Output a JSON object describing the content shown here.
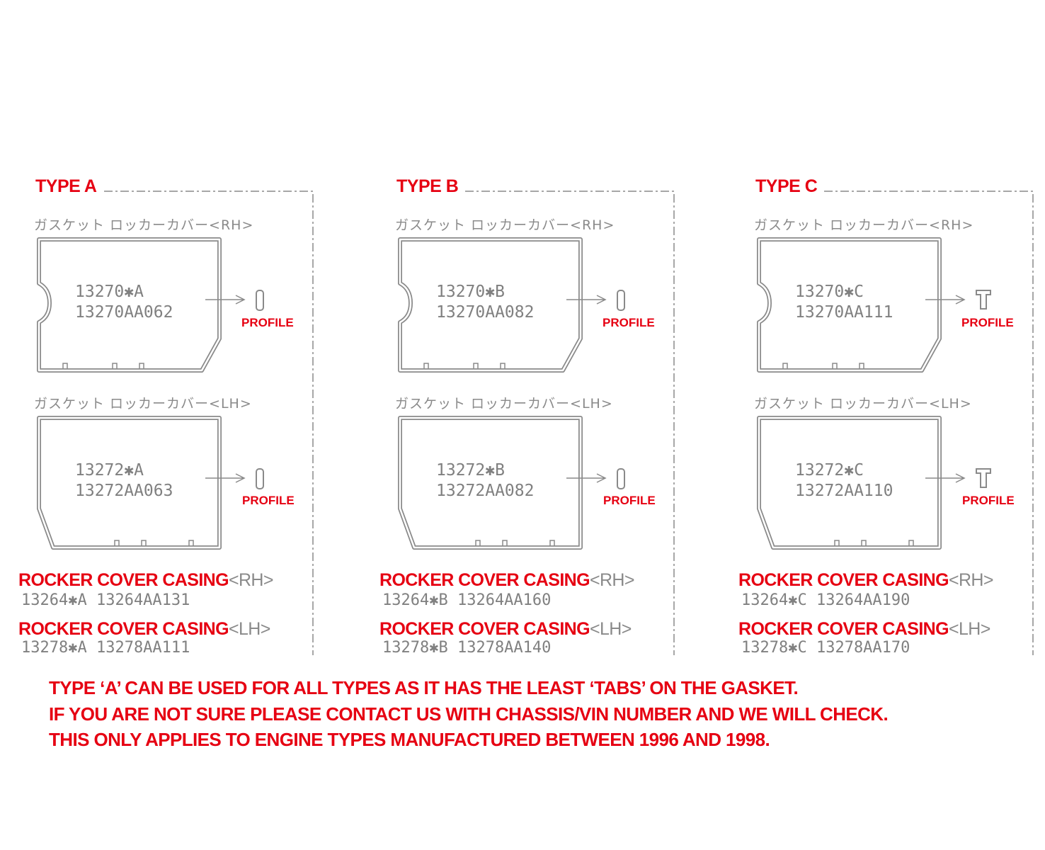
{
  "colors": {
    "accent": "#e60012",
    "drawing": "#8a8a8a"
  },
  "panels": [
    {
      "title": "TYPE A",
      "rh": {
        "label": "ガスケット ロッカーカバー<RH>",
        "code": "13270✱A",
        "part": "13270AA062",
        "profile": "PROFILE",
        "profile_shape": "flat"
      },
      "lh": {
        "label": "ガスケット ロッカーカバー<LH>",
        "code": "13272✱A",
        "part": "13272AA063",
        "profile": "PROFILE",
        "profile_shape": "flat"
      },
      "casing_rh": {
        "title": "ROCKER COVER CASING",
        "side": "<RH>",
        "parts": "13264✱A 13264AA131"
      },
      "casing_lh": {
        "title": "ROCKER COVER CASING",
        "side": "<LH>",
        "parts": "13278✱A 13278AA111"
      }
    },
    {
      "title": "TYPE B",
      "rh": {
        "label": "ガスケット ロッカーカバー<RH>",
        "code": "13270✱B",
        "part": "13270AA082",
        "profile": "PROFILE",
        "profile_shape": "flat"
      },
      "lh": {
        "label": "ガスケット ロッカーカバー<LH>",
        "code": "13272✱B",
        "part": "13272AA082",
        "profile": "PROFILE",
        "profile_shape": "flat"
      },
      "casing_rh": {
        "title": "ROCKER COVER CASING",
        "side": "<RH>",
        "parts": "13264✱B 13264AA160"
      },
      "casing_lh": {
        "title": "ROCKER COVER CASING",
        "side": "<LH>",
        "parts": "13278✱B 13278AA140"
      }
    },
    {
      "title": "TYPE C",
      "rh": {
        "label": "ガスケット ロッカーカバー<RH>",
        "code": "13270✱C",
        "part": "13270AA111",
        "profile": "PROFILE",
        "profile_shape": "t-shape"
      },
      "lh": {
        "label": "ガスケット ロッカーカバー<LH>",
        "code": "13272✱C",
        "part": "13272AA110",
        "profile": "PROFILE",
        "profile_shape": "t-shape"
      },
      "casing_rh": {
        "title": "ROCKER COVER CASING",
        "side": "<RH>",
        "parts": "13264✱C 13264AA190"
      },
      "casing_lh": {
        "title": "ROCKER COVER CASING",
        "side": "<LH>",
        "parts": "13278✱C 13278AA170"
      }
    }
  ],
  "notes": [
    "TYPE ‘A’ CAN BE USED FOR ALL TYPES AS IT HAS THE LEAST ‘TABS’ ON THE GASKET.",
    "IF YOU ARE NOT SURE PLEASE CONTACT US WITH CHASSIS/VIN NUMBER AND WE WILL CHECK.",
    "THIS ONLY APPLIES TO ENGINE TYPES MANUFACTURED BETWEEN 1996 AND 1998."
  ]
}
